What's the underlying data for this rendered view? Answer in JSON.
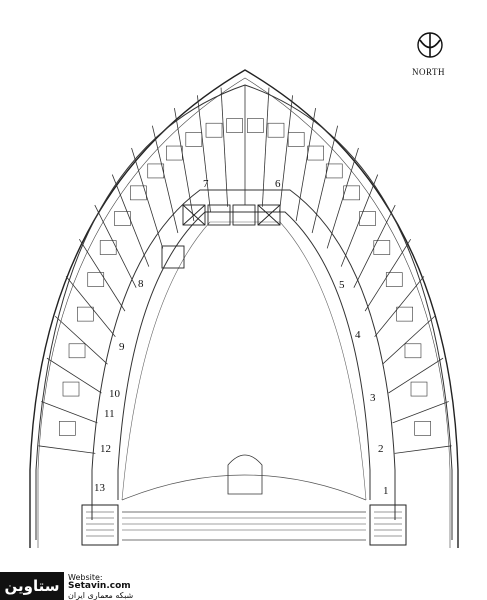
{
  "north": {
    "label": "NORTH"
  },
  "unit_numbers": [
    "1",
    "2",
    "3",
    "4",
    "5",
    "6",
    "7",
    "8",
    "9",
    "10",
    "11",
    "12",
    "13"
  ],
  "watermark": {
    "logo_text": "ستاوین",
    "website_label": "Website:",
    "website": "Setavin.com",
    "tagline": "شبکه معماری ایران"
  }
}
